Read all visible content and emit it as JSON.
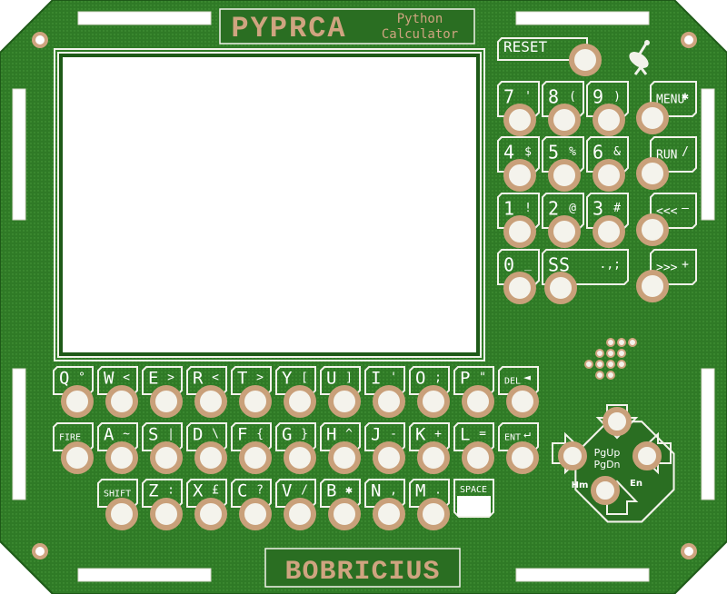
{
  "board": {
    "logo": "PYPRCA",
    "subtitle_line1": "Python",
    "subtitle_line2": "Calculator",
    "footer": "BOBRICIUS",
    "colors": {
      "pcb": "#2f7a26",
      "pcb_dark": "#1e5a18",
      "copper": "#cfa480",
      "silk": "#f4f3ec"
    }
  },
  "keys": {
    "reset": "RESET",
    "numpad": [
      {
        "id": "7",
        "main": "7",
        "alt": "'"
      },
      {
        "id": "8",
        "main": "8",
        "alt": "("
      },
      {
        "id": "9",
        "main": "9",
        "alt": ")"
      },
      {
        "id": "menu",
        "main": "MENU",
        "alt": "✱"
      },
      {
        "id": "4",
        "main": "4",
        "alt": "$"
      },
      {
        "id": "5",
        "main": "5",
        "alt": "%"
      },
      {
        "id": "6",
        "main": "6",
        "alt": "&"
      },
      {
        "id": "run",
        "main": "RUN",
        "alt": "/"
      },
      {
        "id": "1",
        "main": "1",
        "alt": "!"
      },
      {
        "id": "2",
        "main": "2",
        "alt": "@"
      },
      {
        "id": "3",
        "main": "3",
        "alt": "#"
      },
      {
        "id": "back",
        "main": "<<<",
        "alt": "–"
      },
      {
        "id": "0",
        "main": "0",
        "alt": "_"
      },
      {
        "id": "ss",
        "main": "SS",
        "alt": ".,;"
      },
      {
        "id": "fwd",
        "main": ">>>",
        "alt": "+"
      }
    ],
    "row1": [
      {
        "main": "Q",
        "alt": "°"
      },
      {
        "main": "W",
        "alt": "<"
      },
      {
        "main": "E",
        "alt": ">"
      },
      {
        "main": "R",
        "alt": "<"
      },
      {
        "main": "T",
        "alt": ">"
      },
      {
        "main": "Y",
        "alt": "["
      },
      {
        "main": "U",
        "alt": "]"
      },
      {
        "main": "I",
        "alt": "'"
      },
      {
        "main": "O",
        "alt": ";"
      },
      {
        "main": "P",
        "alt": "\""
      },
      {
        "main": "DEL",
        "alt": "◄"
      }
    ],
    "row2": [
      {
        "main": "FIRE",
        "alt": ""
      },
      {
        "main": "A",
        "alt": "~"
      },
      {
        "main": "S",
        "alt": "|"
      },
      {
        "main": "D",
        "alt": "\\"
      },
      {
        "main": "F",
        "alt": "{"
      },
      {
        "main": "G",
        "alt": "}"
      },
      {
        "main": "H",
        "alt": "^"
      },
      {
        "main": "J",
        "alt": "-"
      },
      {
        "main": "K",
        "alt": "+"
      },
      {
        "main": "L",
        "alt": "="
      },
      {
        "main": "ENT",
        "alt": "↵"
      }
    ],
    "row3": [
      {
        "main": "SHIFT",
        "alt": ""
      },
      {
        "main": "Z",
        "alt": ":"
      },
      {
        "main": "X",
        "alt": "£"
      },
      {
        "main": "C",
        "alt": "?"
      },
      {
        "main": "V",
        "alt": "/"
      },
      {
        "main": "B",
        "alt": "✱"
      },
      {
        "main": "N",
        "alt": ","
      },
      {
        "main": "M",
        "alt": "."
      },
      {
        "main": "SPACE",
        "alt": ""
      }
    ],
    "dpad": {
      "center_top": "PgUp",
      "center_bottom": "PgDn",
      "left": "Hm",
      "right": "En"
    }
  }
}
